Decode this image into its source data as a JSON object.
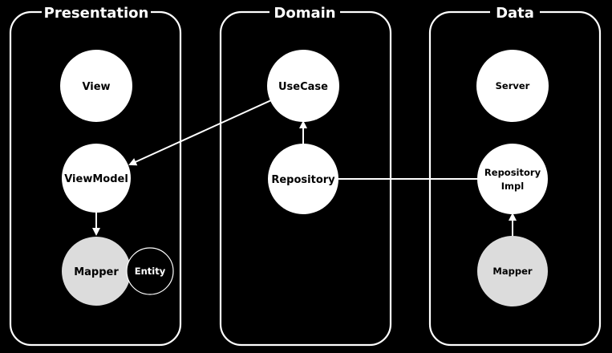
{
  "panels": {
    "presentation": {
      "title": "Presentation"
    },
    "domain": {
      "title": "Domain"
    },
    "data": {
      "title": "Data"
    }
  },
  "nodes": {
    "view": {
      "label": "View"
    },
    "viewmodel": {
      "label": "ViewModel"
    },
    "presentation_mapper": {
      "label": "Mapper"
    },
    "entity": {
      "label": "Entity"
    },
    "usecase": {
      "label": "UseCase"
    },
    "repository": {
      "label": "Repository"
    },
    "server": {
      "label": "Server"
    },
    "repository_impl": {
      "label_line1": "Repository",
      "label_line2": "Impl"
    },
    "data_mapper": {
      "label": "Mapper"
    }
  },
  "colors": {
    "background": "#000000",
    "stroke": "#ffffff",
    "node_fill": "#ffffff",
    "mapper_fill": "#dcdcdc"
  }
}
